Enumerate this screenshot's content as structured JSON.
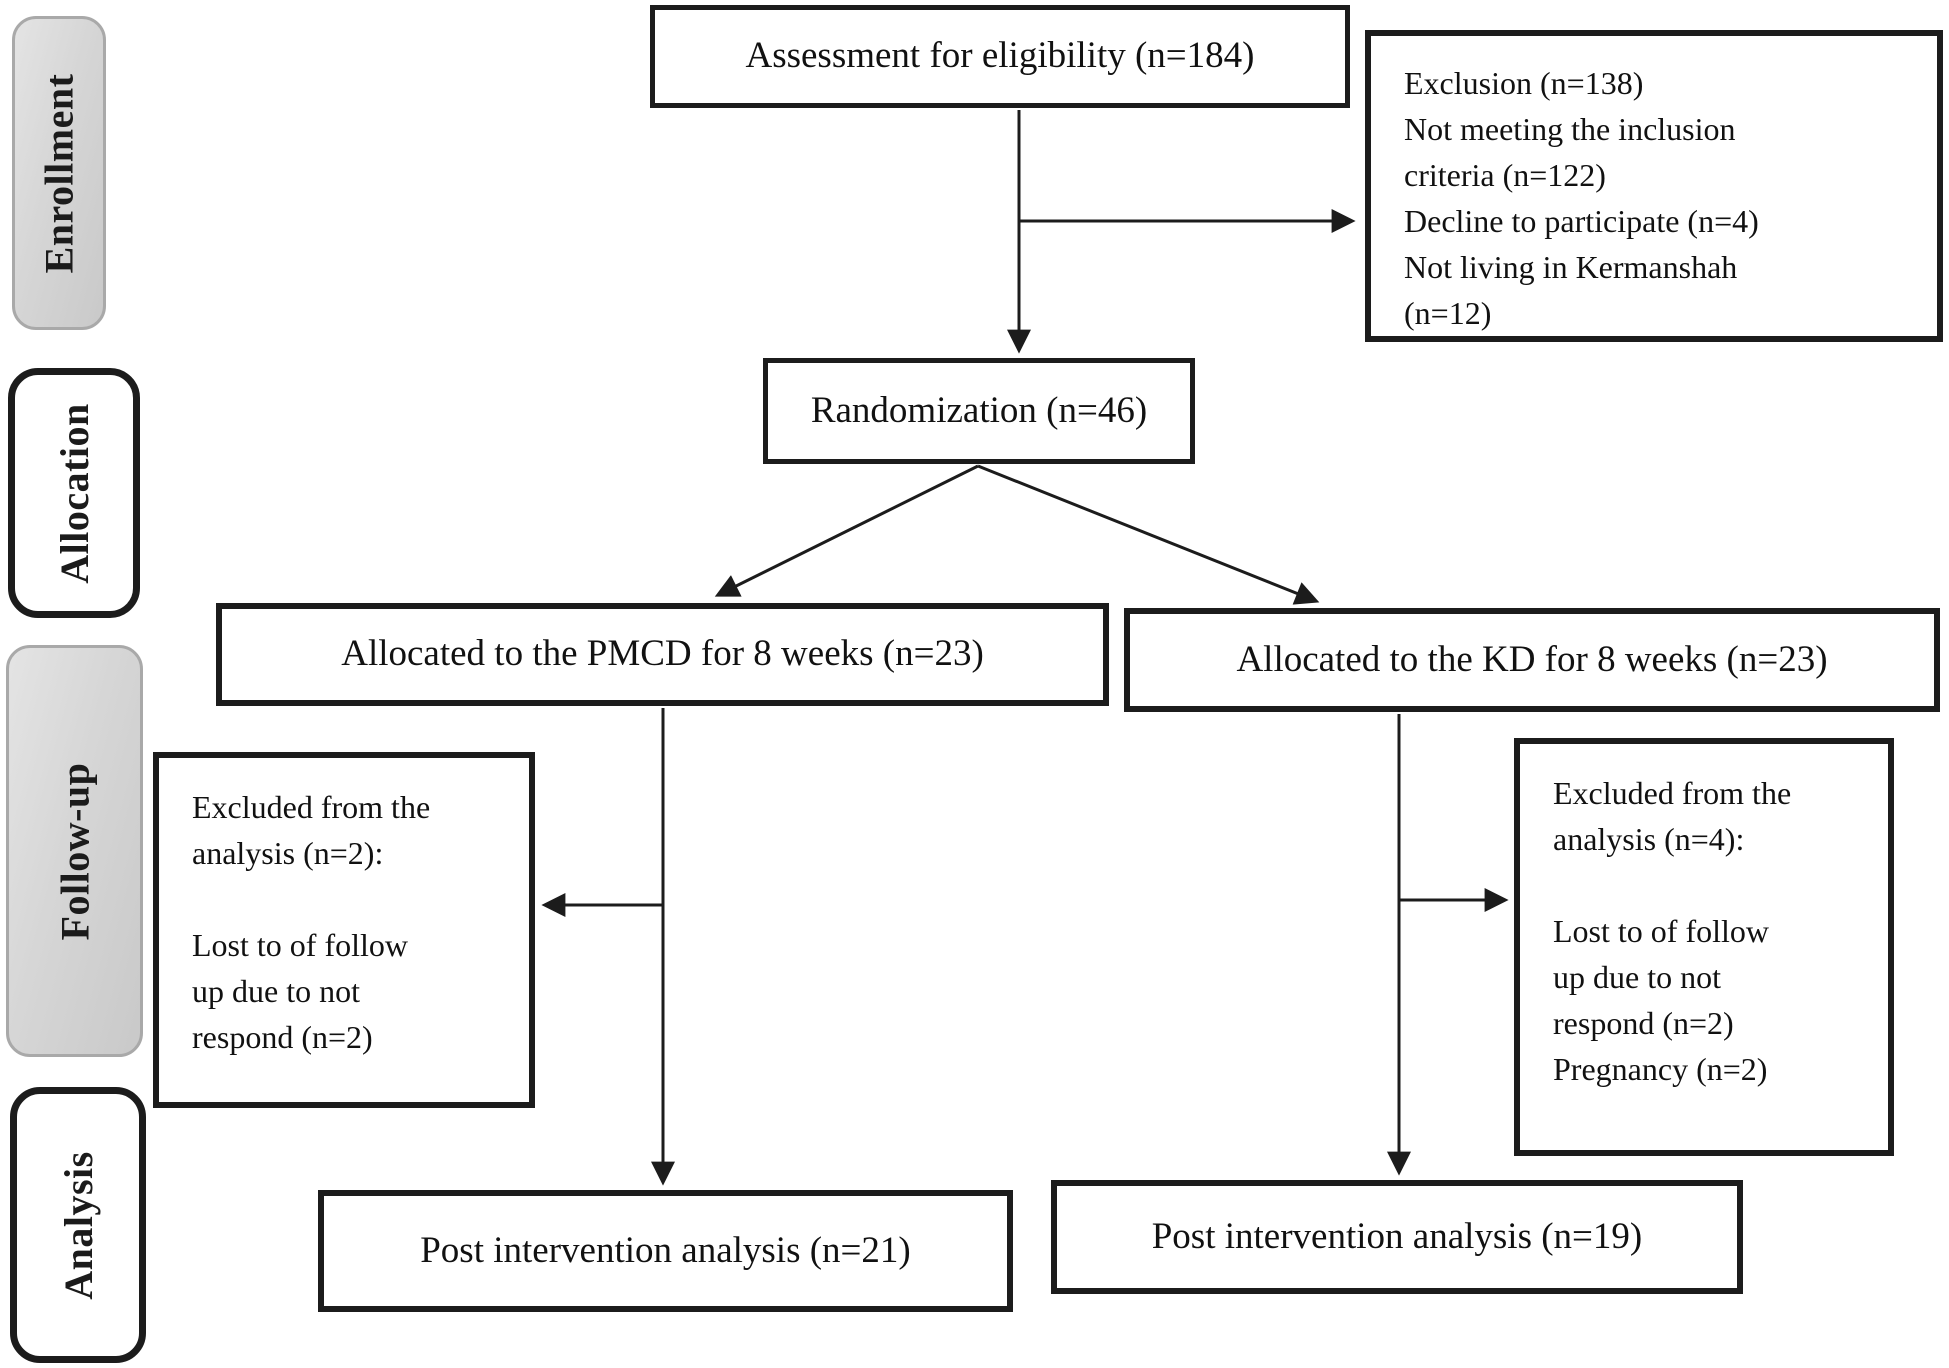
{
  "figure": {
    "stages": [
      {
        "id": "enrollment",
        "label": "Enrollment"
      },
      {
        "id": "allocation",
        "label": "Allocation"
      },
      {
        "id": "followup",
        "label": "Follow-up"
      },
      {
        "id": "analysis",
        "label": "Analysis"
      }
    ],
    "nodes": {
      "assessment": {
        "text": "Assessment for eligibility (n=184)"
      },
      "exclusion": {
        "lines": [
          "Exclusion (n=138)",
          "Not meeting the inclusion",
          "criteria (n=122)",
          "Decline to participate (n=4)",
          "Not living in Kermanshah",
          "(n=12)"
        ]
      },
      "randomization": {
        "text": "Randomization (n=46)"
      },
      "alloc_pmcd": {
        "text": "Allocated to the PMCD for 8 weeks (n=23)"
      },
      "alloc_kd": {
        "text": "Allocated to the KD for 8 weeks (n=23)"
      },
      "excluded_left": {
        "lines": [
          "Excluded from the",
          "analysis (n=2):",
          "",
          "Lost to of follow",
          "up due to not",
          "respond (n=2)"
        ]
      },
      "excluded_right": {
        "lines": [
          "Excluded from the",
          "analysis (n=4):",
          "",
          "Lost to of follow",
          "up due to not",
          "respond (n=2)",
          "Pregnancy (n=2)"
        ]
      },
      "post_left": {
        "text": "Post intervention analysis (n=21)"
      },
      "post_right": {
        "text": "Post intervention analysis (n=19)"
      }
    },
    "colors": {
      "line": "#1c1c1c",
      "box_border": "#1c1c1c",
      "stage_gray_fill": "#d6d6d6",
      "stage_gray_border": "#a9a9a9",
      "background": "#ffffff"
    }
  }
}
